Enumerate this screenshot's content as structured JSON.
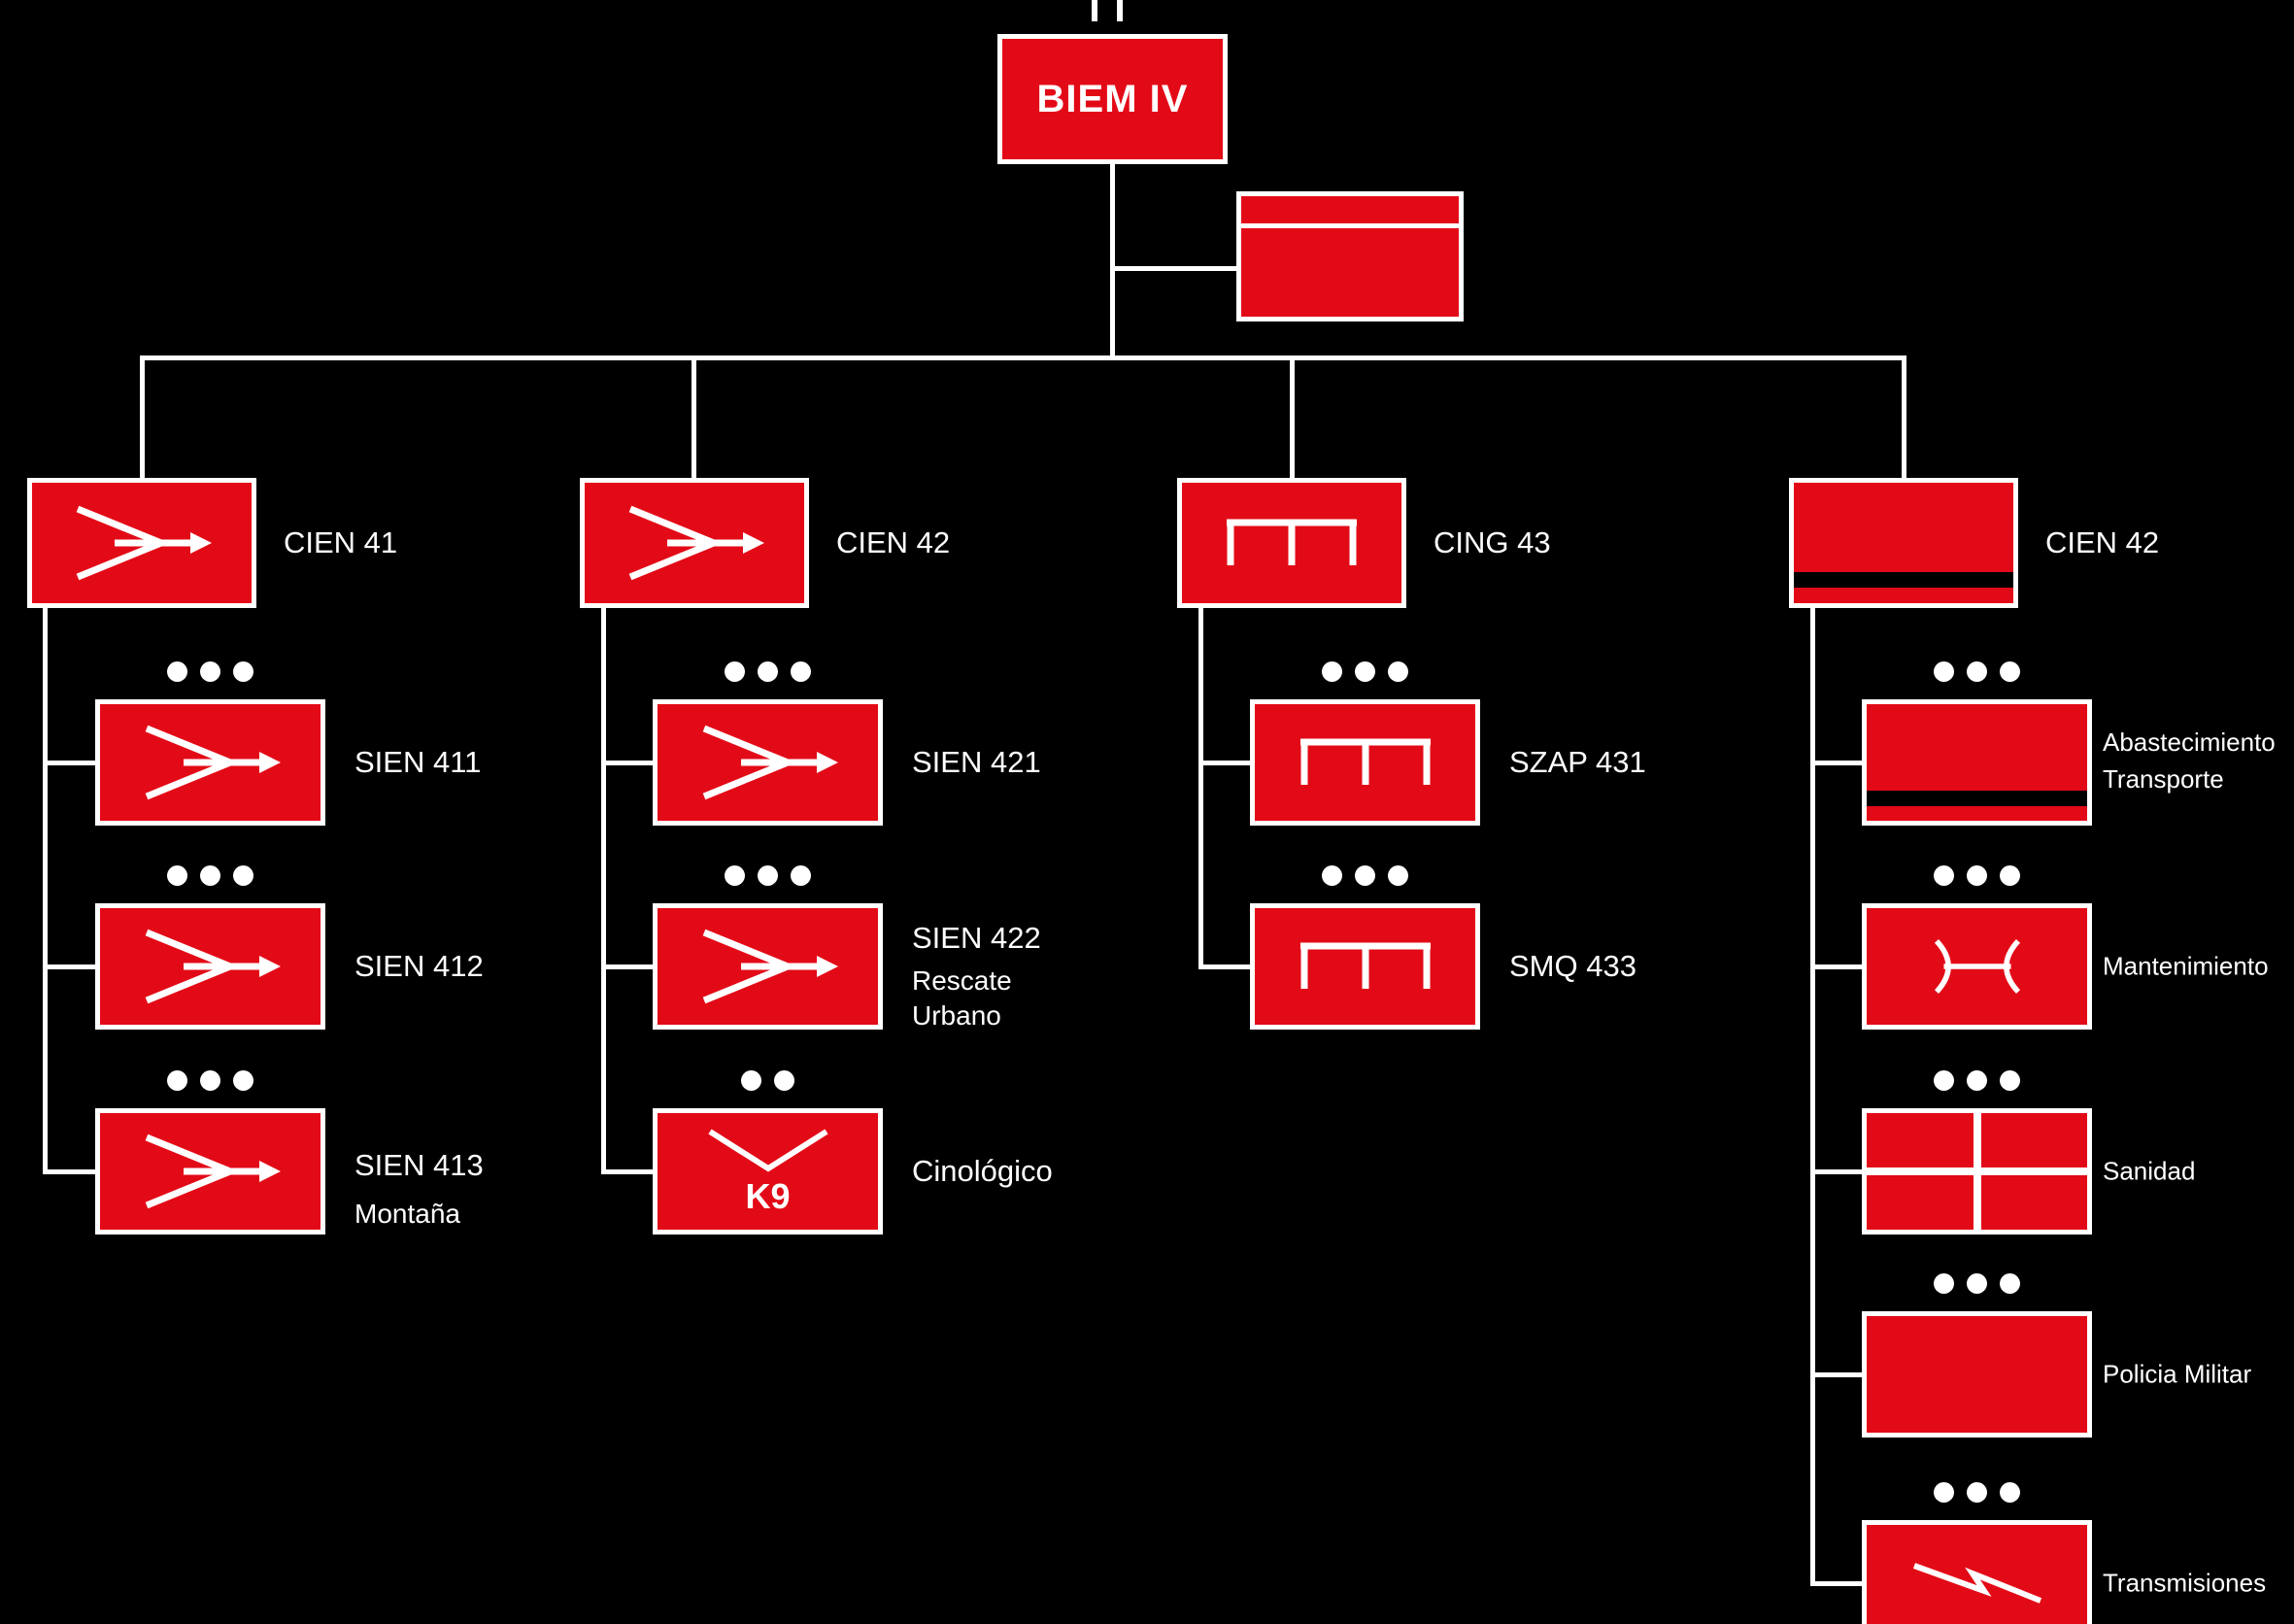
{
  "colors": {
    "unit_red": "#e30a17",
    "line_white": "#ffffff",
    "background": "#000000",
    "text": "#ffffff"
  },
  "root": {
    "label": "BIEM IV",
    "echelon_marks": 2,
    "hq_attachment_box": true
  },
  "branches": [
    {
      "label": "CIEN 41",
      "symbol": "engineer-arrow",
      "children": [
        {
          "label": "SIEN 411",
          "note": "",
          "dots": 3,
          "symbol": "engineer-arrow"
        },
        {
          "label": "SIEN 412",
          "note": "",
          "dots": 3,
          "symbol": "engineer-arrow"
        },
        {
          "label": "SIEN 413",
          "note": "Montaña",
          "dots": 3,
          "symbol": "engineer-arrow"
        }
      ]
    },
    {
      "label": "CIEN 42",
      "symbol": "engineer-arrow",
      "children": [
        {
          "label": "SIEN 421",
          "note": "",
          "dots": 3,
          "symbol": "engineer-arrow"
        },
        {
          "label": "SIEN 422",
          "note": "Rescate Urbano",
          "dots": 3,
          "symbol": "engineer-arrow"
        },
        {
          "label": "Cinológico",
          "box_text": "K9",
          "note": "",
          "dots": 2,
          "symbol": "k9-chevron"
        }
      ]
    },
    {
      "label": "CING 43",
      "symbol": "bridge",
      "children": [
        {
          "label": "SZAP 431",
          "note": "",
          "dots": 3,
          "symbol": "bridge"
        },
        {
          "label": "SMQ 433",
          "note": "",
          "dots": 3,
          "symbol": "bridge"
        }
      ]
    },
    {
      "label": "CIEN 42",
      "symbol": "supply-stripe",
      "children": [
        {
          "label": "Abastecimiento Transporte",
          "note": "",
          "dots": 3,
          "symbol": "supply-stripe"
        },
        {
          "label": "Mantenimiento",
          "note": "",
          "dots": 3,
          "symbol": "maintenance-wrench"
        },
        {
          "label": "Sanidad",
          "note": "",
          "dots": 3,
          "symbol": "medical-cross"
        },
        {
          "label": "Policia Militar",
          "note": "",
          "dots": 3,
          "symbol": "plain"
        },
        {
          "label": "Transmisiones",
          "note": "",
          "dots": 3,
          "symbol": "signal-flash"
        }
      ]
    }
  ]
}
